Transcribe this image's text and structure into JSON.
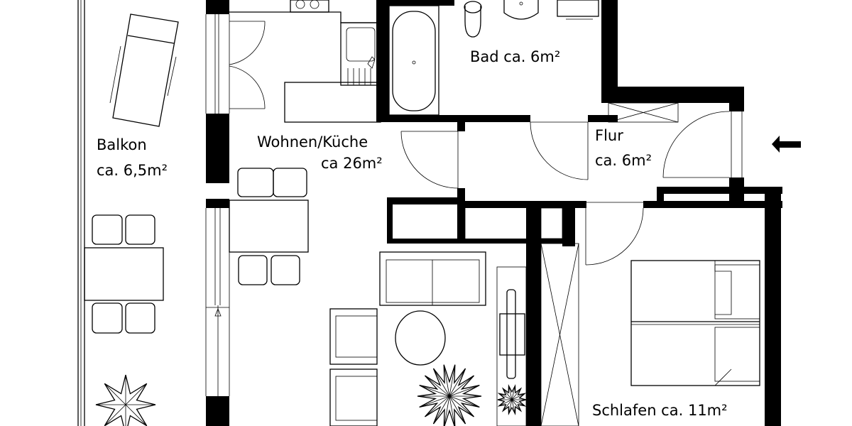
{
  "rooms": [
    {
      "name": "Balkon",
      "area": "ca. 6,5m²"
    },
    {
      "name": "Wohnen/Küche",
      "area": "ca 26m²"
    },
    {
      "name": "Bad ca. 6m²"
    },
    {
      "name": "Flur",
      "area": "ca. 6m²"
    },
    {
      "name": "Schlafen ca. 11m²"
    }
  ],
  "entrance_marker": "arrow-left-icon",
  "colors": {
    "walls": "#000000",
    "background": "#ffffff"
  }
}
